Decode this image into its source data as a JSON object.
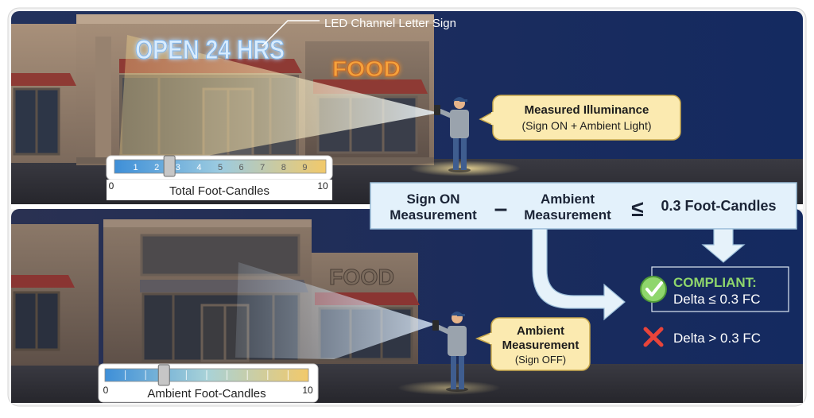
{
  "top_scene": {
    "callout": "LED Channel Letter Sign",
    "sign_text": "OPEN 24 HRS",
    "food_sign": "FOOD",
    "measured": {
      "title": "Measured Illuminance",
      "subtitle": "(Sign ON + Ambient Light)"
    },
    "meter": {
      "ticks": [
        "1",
        "2",
        "3",
        "4",
        "5",
        "6",
        "7",
        "8",
        "9"
      ],
      "min_label": "0",
      "max_label": "10",
      "caption": "Total Foot-Candles",
      "reading": 2.6,
      "gradient": [
        "#3e8fd8",
        "#9ccbe0",
        "#f2c96a"
      ]
    }
  },
  "bottom_scene": {
    "food_sign": "FOOD",
    "ambient": {
      "title_line1": "Ambient",
      "title_line2": "Measurement",
      "subtitle": "(Sign OFF)"
    },
    "meter": {
      "min_label": "0",
      "max_label": "10",
      "caption": "Ambient Foot-Candles",
      "reading": 2.9,
      "gradient": [
        "#3e8fd8",
        "#9ccbe0",
        "#f2c96a"
      ]
    }
  },
  "formula": {
    "term1_line1": "Sign ON",
    "term1_line2": "Measurement",
    "operator": "–",
    "term2_line1": "Ambient",
    "term2_line2": "Measurement",
    "comparison": "≤",
    "threshold": "0.3 Foot-Candles"
  },
  "results": {
    "compliant_title": "COMPLIANT:",
    "compliant_detail": "Delta ≤ 0.3 FC",
    "fail_detail": "Delta > 0.3 FC"
  },
  "colors": {
    "sky_dark": "#0e1b3a",
    "sky_mid": "#1c3266",
    "sign_blue": "#cfe8ff",
    "food_orange": "#f39a2e",
    "callout_yellow": "#fbeab0",
    "formula_blue": "#e3f1fb",
    "compliant_green": "#8fd66c",
    "fail_red": "#e8443a",
    "arrow_fill": "#e6f2fa"
  },
  "icons": {
    "compliant": "check-circle-icon",
    "fail": "x-mark-icon"
  }
}
